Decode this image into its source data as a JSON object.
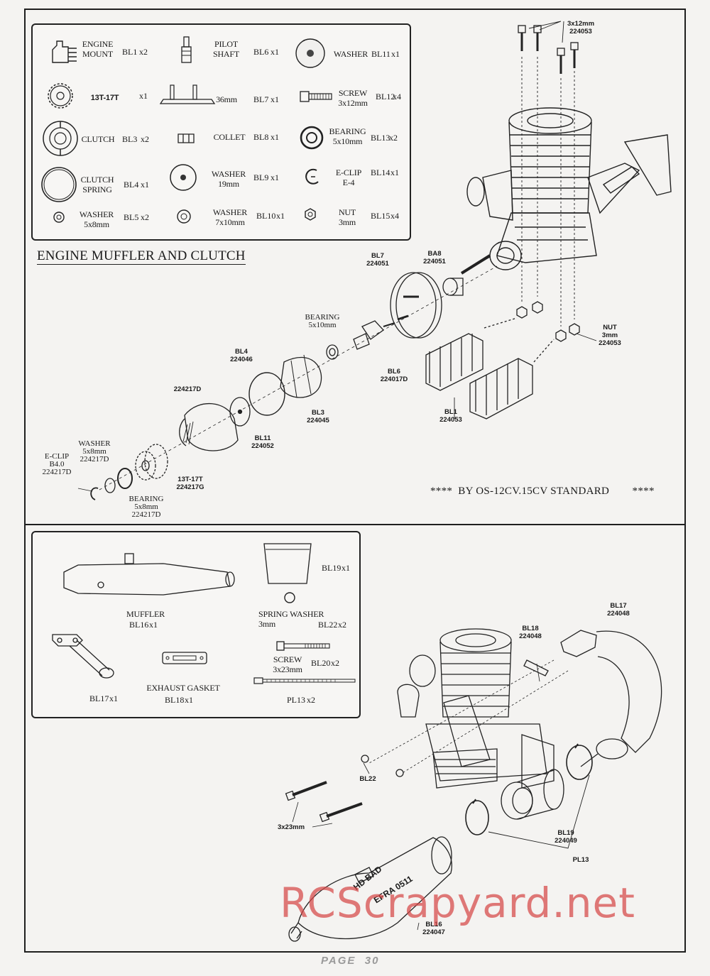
{
  "top_parts": [
    {
      "name": "ENGINE\nMOUNT",
      "code": "BL1",
      "qty": "x2",
      "icon": "engine-mount-icon"
    },
    {
      "name": "PILOT\nSHAFT",
      "code": "BL6",
      "qty": "x1",
      "icon": "pilot-shaft-icon"
    },
    {
      "name": "WASHER",
      "code": "BL11",
      "qty": "x1",
      "icon": "washer-large-icon"
    },
    {
      "name": "13T-17T",
      "code": "",
      "qty": "x1",
      "icon": "gear-icon"
    },
    {
      "name": "36mm",
      "code": "BL7",
      "qty": "x1",
      "icon": "flywheel-icon"
    },
    {
      "name": "SCREW\n3x12mm",
      "code": "BL12",
      "qty": "x4",
      "icon": "screw-icon"
    },
    {
      "name": "CLUTCH",
      "code": "BL3",
      "qty": "x2",
      "icon": "clutch-icon"
    },
    {
      "name": "COLLET",
      "code": "BL8",
      "qty": "x1",
      "icon": "collet-icon"
    },
    {
      "name": "BEARING\n5x10mm",
      "code": "BL13",
      "qty": "x2",
      "icon": "bearing-icon"
    },
    {
      "name": "CLUTCH\nSPRING",
      "code": "BL4",
      "qty": "x1",
      "icon": "clutch-spring-icon"
    },
    {
      "name": "WASHER\n19mm",
      "code": "BL9",
      "qty": "x1",
      "icon": "washer-19mm-icon"
    },
    {
      "name": "E-CLIP\nE-4",
      "code": "BL14",
      "qty": "x1",
      "icon": "e-clip-icon"
    },
    {
      "name": "WASHER\n5x8mm",
      "code": "BL5",
      "qty": "x2",
      "icon": "washer-small-icon"
    },
    {
      "name": "WASHER\n7x10mm",
      "code": "BL10",
      "qty": "x1",
      "icon": "washer-7x10-icon"
    },
    {
      "name": "NUT\n3mm",
      "code": "BL15",
      "qty": "x4",
      "icon": "nut-icon"
    }
  ],
  "section_title": "ENGINE MUFFLER AND CLUTCH",
  "standard_note": "****  BY OS-12CV.15CV STANDARD        ****",
  "top_callouts": {
    "screw": "3x12mm\n224053",
    "bl7": "BL7\n224051",
    "ba8": "BA8\n224051",
    "bearing": "BEARING\n5x10mm",
    "bl4": "BL4\n224046",
    "bl6": "BL6\n224017D",
    "gear_bell": "224217D",
    "bl3": "BL3\n224045",
    "bl1": "BL1\n224053",
    "bl11": "BL11\n224052",
    "nut": "NUT\n3mm\n224053",
    "washer": "WASHER\n5x8mm\n224217D",
    "eclip": "E-CLIP\nB4.0\n224217D",
    "gear": "13T-17T\n224217G",
    "bearing2": "BEARING\n5x8mm\n224217D"
  },
  "bottom_parts": [
    {
      "name": "MUFFLER",
      "code": "BL16",
      "qty": "x1",
      "icon": "muffler-icon"
    },
    {
      "name": "",
      "code": "BL19",
      "qty": "x1",
      "icon": "coupler-icon"
    },
    {
      "name": "SPRING WASHER\n3mm",
      "code": "BL22",
      "qty": "x2",
      "icon": "spring-washer-icon"
    },
    {
      "name": "",
      "code": "BL17",
      "qty": "x1",
      "icon": "manifold-icon"
    },
    {
      "name": "EXHAUST GASKET",
      "code": "BL18",
      "qty": "x1",
      "icon": "gasket-icon"
    },
    {
      "name": "SCREW\n3x23mm",
      "code": "BL20",
      "qty": "x2",
      "icon": "long-screw-icon"
    },
    {
      "name": "",
      "code": "PL13",
      "qty": "x2",
      "icon": "cable-tie-icon"
    }
  ],
  "bottom_callouts": {
    "bl17": "BL17\n224048",
    "bl18": "BL18\n224048",
    "bl22": "BL22",
    "screw": "3x23mm",
    "bl19": "BL19\n224049",
    "pl13": "PL13",
    "bl16": "BL16\n224047",
    "muffler_text1": "HD BAD",
    "muffler_text2": "EFRA 0511"
  },
  "watermark": "RCScrapyard.net",
  "footer": "PAGE  30"
}
